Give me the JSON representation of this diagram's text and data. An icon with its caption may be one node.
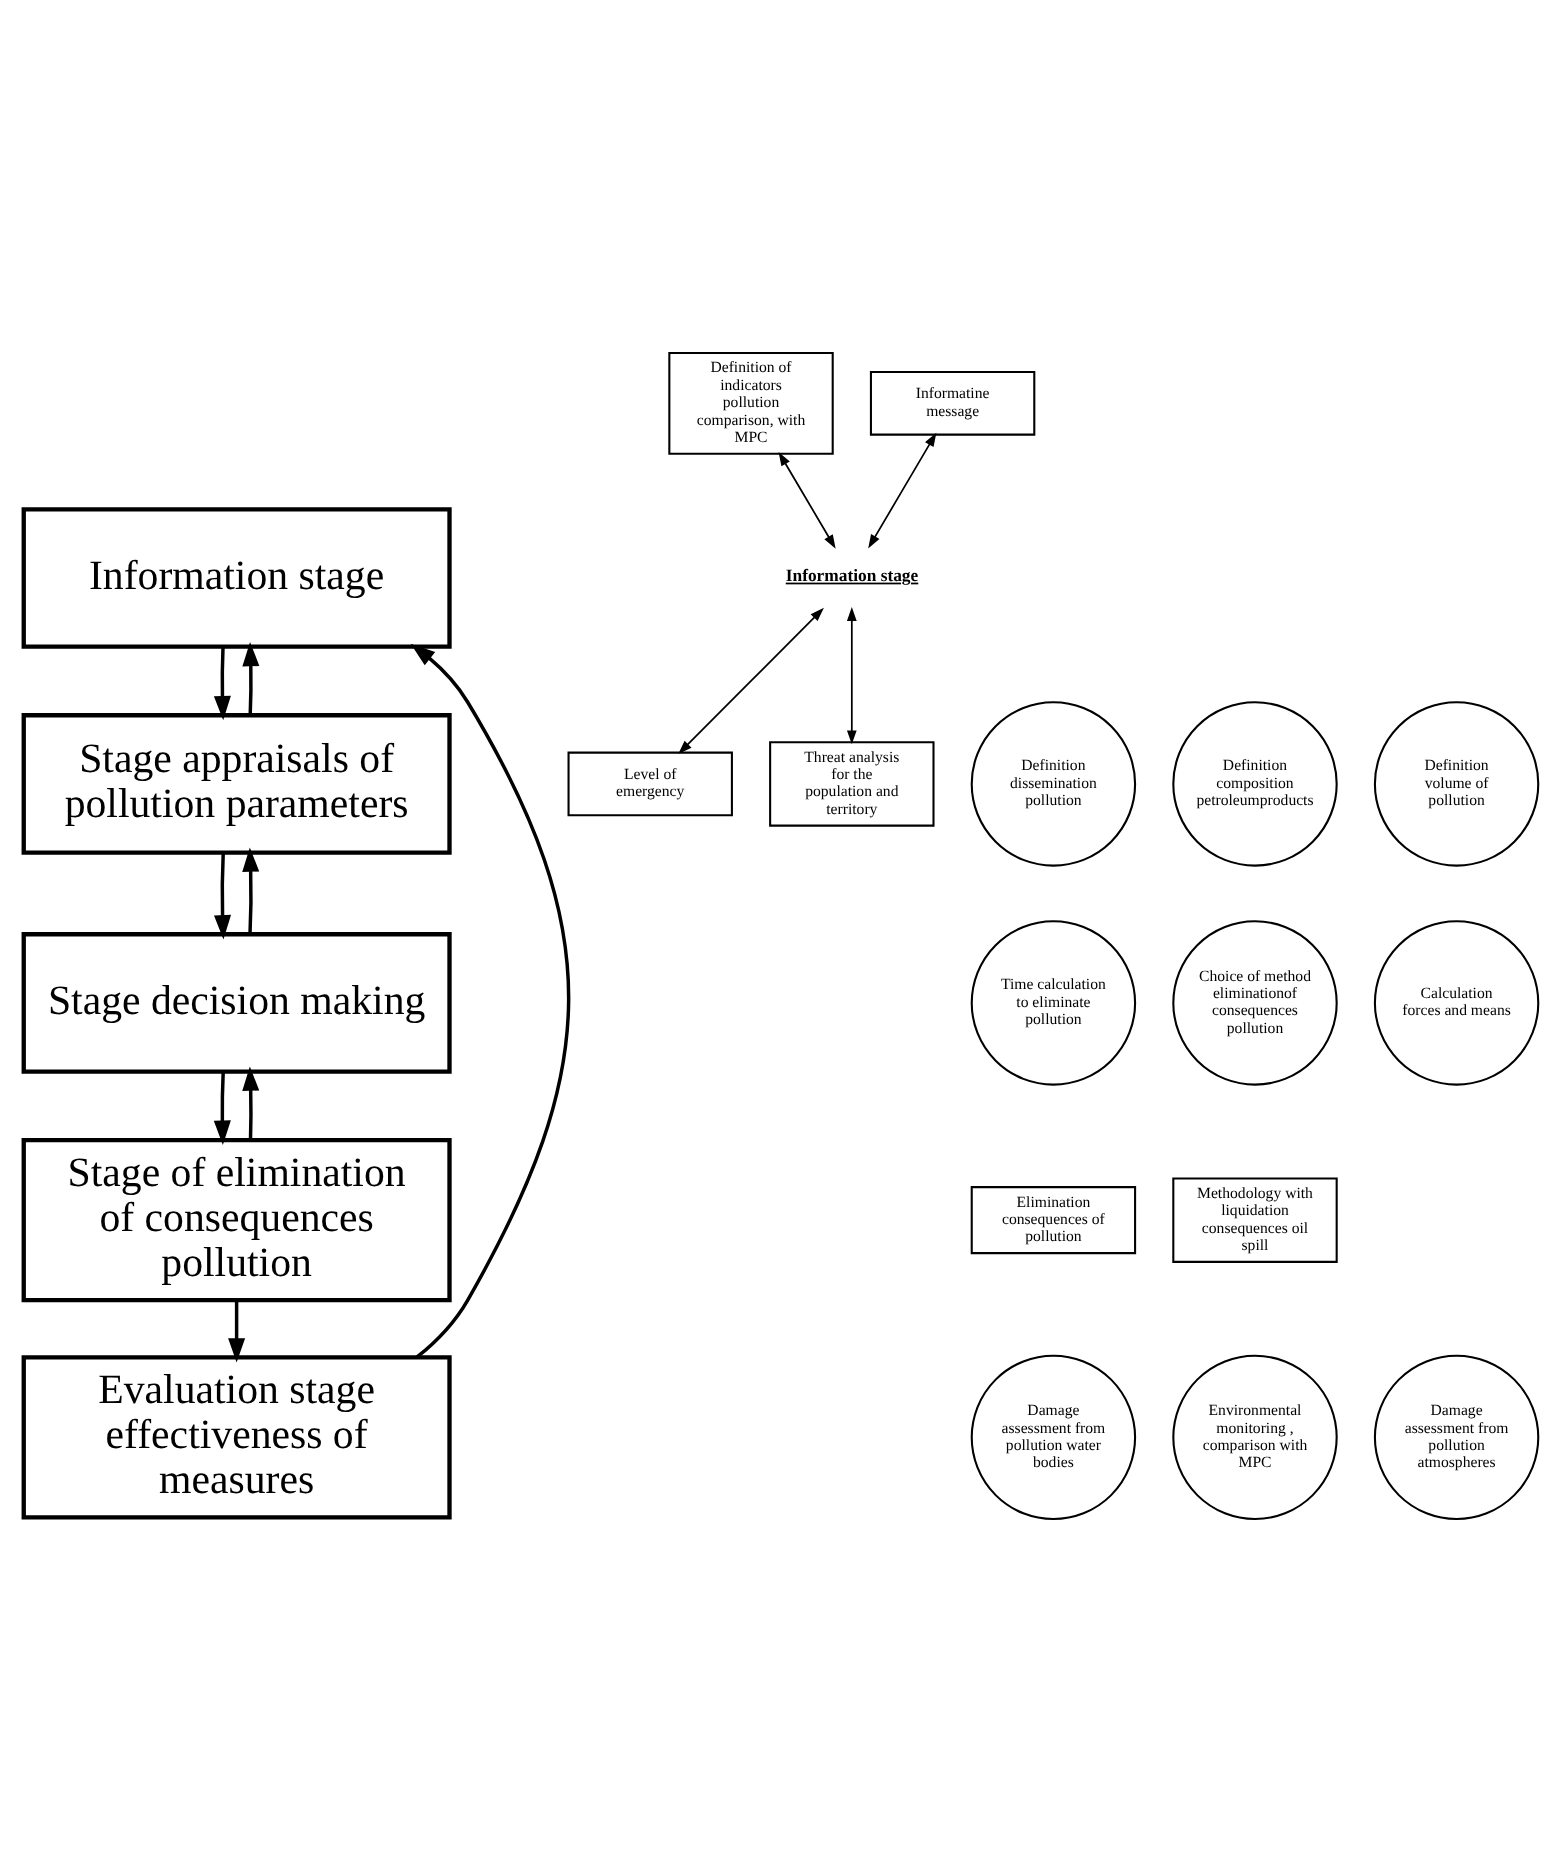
{
  "diagram": {
    "nodes": [
      {
        "text": [
          "Information stage"
        ]
      },
      {
        "text": [
          "Stage appraisals of pollution parameters"
        ]
      },
      {
        "text": [
          "Stage decision making"
        ]
      },
      {
        "text": [
          "Stage of elimination of consequences pollution"
        ]
      },
      {
        "text": [
          "Evaluation stage effectiveness of measures"
        ]
      },
      {
        "text": [
          "Definition of indicators pollution comparison, with MPC"
        ]
      },
      {
        "text": [
          "Informatine message"
        ]
      },
      {
        "text": [
          "Information stage"
        ]
      },
      {
        "text": [
          "Level of emergency"
        ]
      },
      {
        "text": [
          "Threat analysis for the population and territory"
        ]
      },
      {
        "text": [
          "Definition composition petroleumproducts"
        ]
      },
      {
        "text": [
          "Definition volume of pollution"
        ]
      },
      {
        "text": [
          "Definition dissemination pollution"
        ]
      },
      {
        "text": [
          "Choice of method eliminationof consequences pollution"
        ]
      },
      {
        "text": [
          "Calculation forces and means"
        ]
      },
      {
        "text": [
          "Time calculation to eliminate pollution"
        ]
      },
      {
        "text": [
          "Methodology with liquidation consequences oil spill"
        ]
      },
      {
        "text": [
          "Elimination consequences of pollution"
        ]
      },
      {
        "text": [
          "Environmental monitoring , comparison with MPC"
        ]
      },
      {
        "text": [
          "Damage assessment from pollution atmospheres"
        ]
      },
      {
        "text": [
          "Damage assessment from pollution water bodies"
        ]
      }
    ],
    "edges": [
      {
        "from": 0,
        "to": 1,
        "arrow": "to"
      },
      {
        "from": 1,
        "to": 0,
        "arrow": "to"
      },
      {
        "from": 1,
        "to": 2,
        "arrow": "to"
      },
      {
        "from": 2,
        "to": 1,
        "arrow": "to"
      },
      {
        "from": 2,
        "to": 3,
        "arrow": "to"
      },
      {
        "from": 3,
        "to": 2,
        "arrow": "to"
      },
      {
        "from": 3,
        "to": 4,
        "arrow": "to"
      },
      {
        "from": 4,
        "to": 0,
        "arrow": "to"
      },
      {
        "from": 5,
        "to": 7,
        "arrow": "both"
      },
      {
        "from": 6,
        "to": 7,
        "arrow": "both"
      },
      {
        "from": 7,
        "to": 8,
        "arrow": "both"
      },
      {
        "from": 7,
        "to": 9,
        "arrow": "both"
      }
    ]
  }
}
